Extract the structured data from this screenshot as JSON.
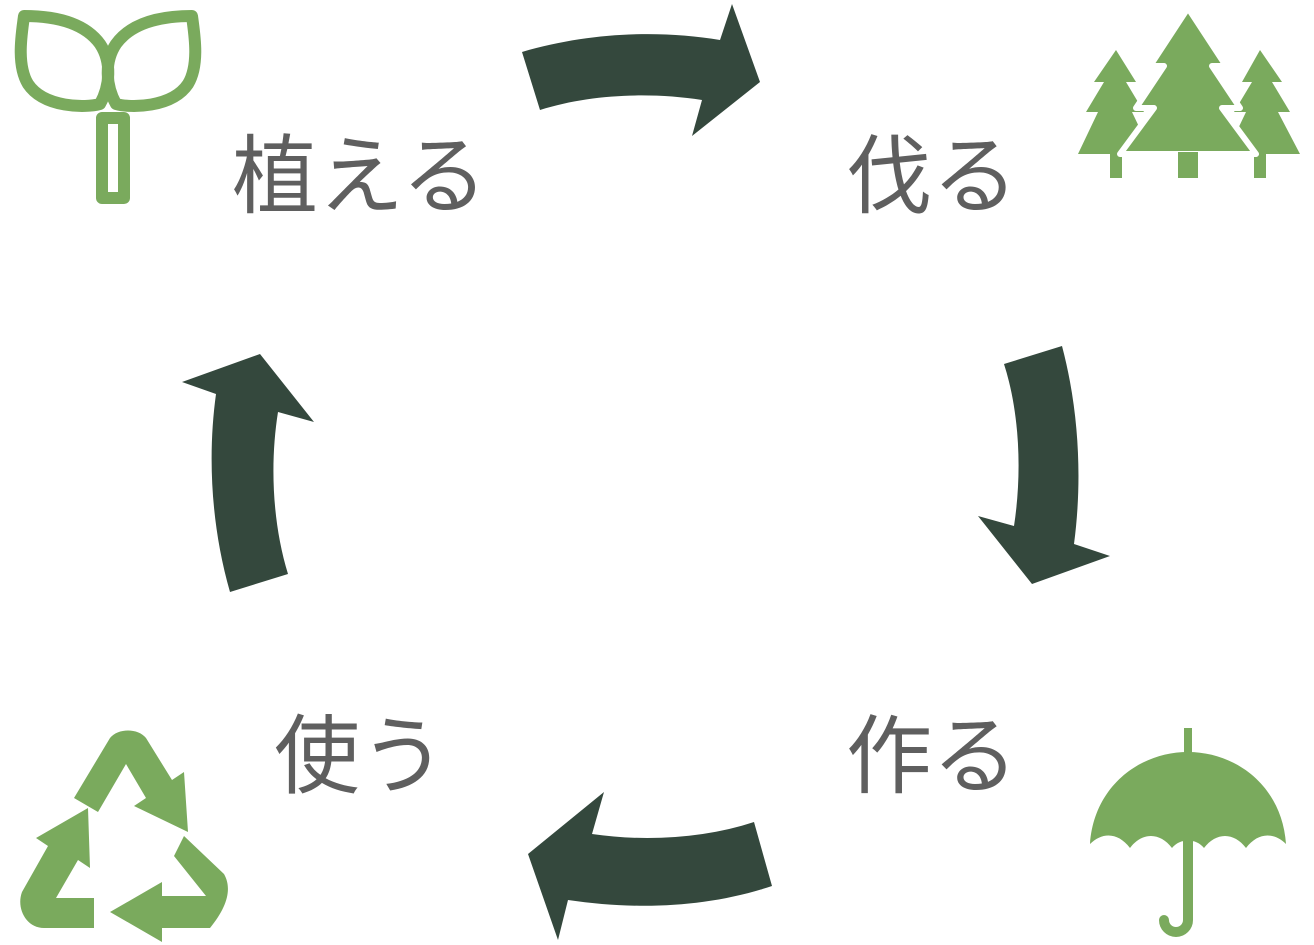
{
  "cycle": {
    "steps": [
      {
        "id": "plant",
        "label": "植える",
        "icon": "sprout-icon"
      },
      {
        "id": "cut",
        "label": "伐る",
        "icon": "forest-icon"
      },
      {
        "id": "make",
        "label": "作る",
        "icon": "umbrella-icon"
      },
      {
        "id": "use",
        "label": "使う",
        "icon": "recycle-icon"
      }
    ],
    "direction": "clockwise"
  },
  "colors": {
    "icon_green": "#7aaa5d",
    "arrow_dark": "#34483d",
    "label_gray": "#5f5f5f",
    "background": "#ffffff"
  }
}
